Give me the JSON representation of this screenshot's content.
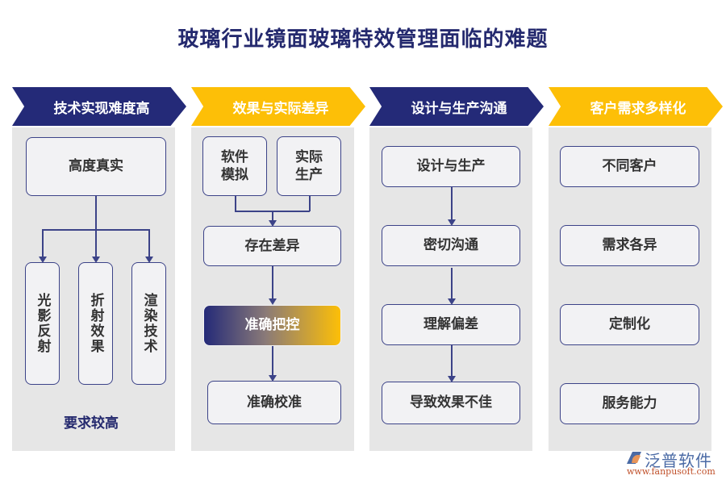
{
  "title": "玻璃行业镜面玻璃特效管理面临的难题",
  "colors": {
    "navy": "#242a78",
    "gold": "#fdbf07",
    "panel": "#e6e6e6",
    "box_bg": "#f2f2f4",
    "box_border": "#3c4388"
  },
  "columns": [
    {
      "header": "技术实现难度高",
      "header_color": "navy",
      "top_box": "高度真实",
      "sub_boxes": [
        "光影反射",
        "折射效果",
        "渲染技术"
      ],
      "note": "要求较高"
    },
    {
      "header": "效果与实际差异",
      "header_color": "gold",
      "top_boxes": [
        "软件模拟",
        "实际生产"
      ],
      "steps": [
        "存在差异",
        "准确把控",
        "准确校准"
      ]
    },
    {
      "header": "设计与生产沟通",
      "header_color": "navy",
      "steps": [
        "设计与生产",
        "密切沟通",
        "理解偏差",
        "导致效果不佳"
      ]
    },
    {
      "header": "客户需求多样化",
      "header_color": "gold",
      "items": [
        "不同客户",
        "需求各异",
        "定制化",
        "服务能力"
      ]
    }
  ],
  "watermark": {
    "name": "泛普软件",
    "url": "www.fanpusoft.com"
  }
}
